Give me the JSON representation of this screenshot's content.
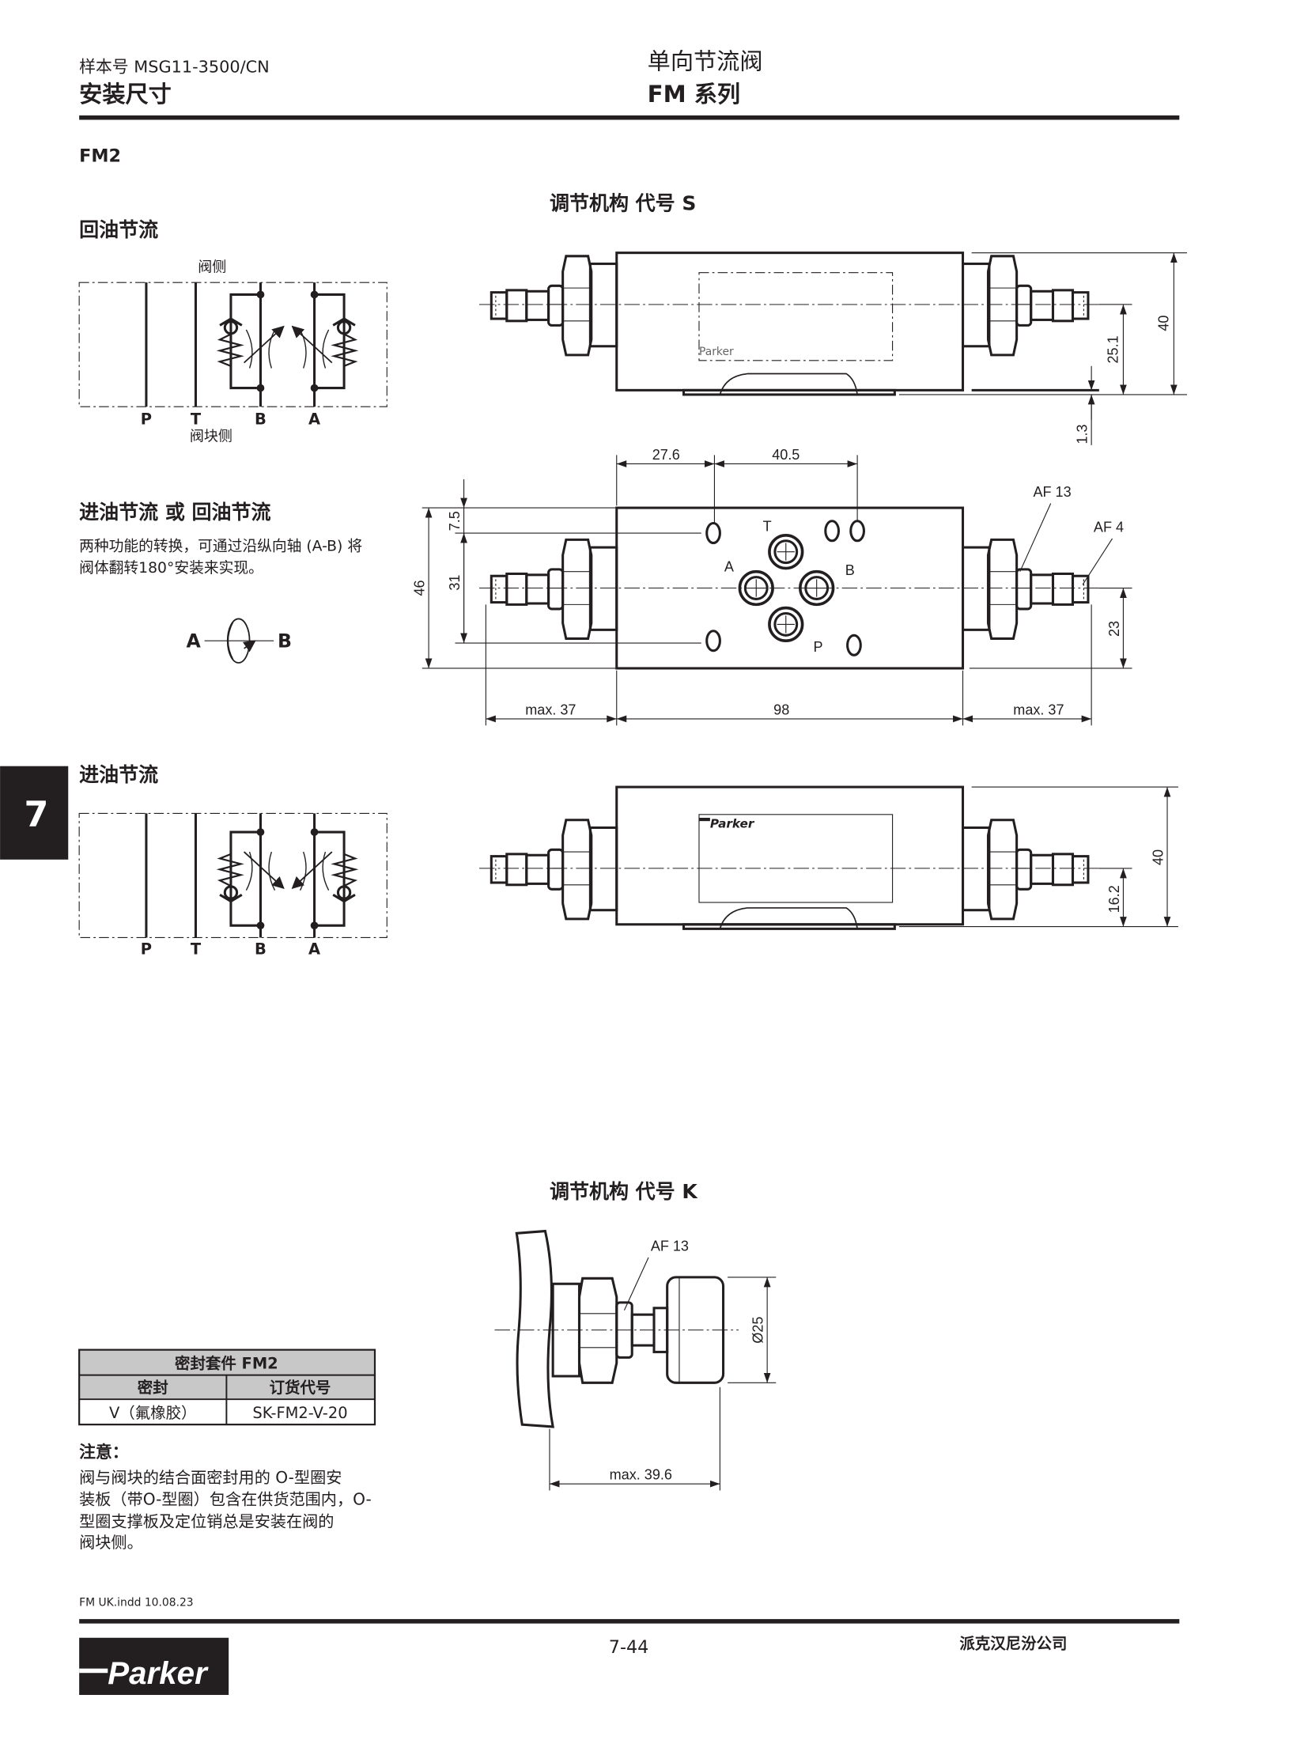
{
  "header": {
    "catalog_no": "样本号 MSG11-3500/CN",
    "section": "安装尺寸",
    "product": "单向节流阀",
    "series": "FM 系列"
  },
  "model": "FM2",
  "chapter_tab": "7",
  "left": {
    "meter_out_title": "回油节流",
    "valve_side": "阀侧",
    "block_side": "阀块侧",
    "ports": [
      "P",
      "T",
      "B",
      "A"
    ],
    "switch_title": "进油节流 或 回油节流",
    "switch_desc": [
      "两种功能的转换，可通过沿纵向轴 (A-B) 将",
      "阀体翻转180°安装来实现。"
    ],
    "switch_symbol": {
      "a": "A",
      "b": "B"
    },
    "meter_in_title": "进油节流"
  },
  "seal_table": {
    "title": "密封套件 FM2",
    "headers": [
      "密封",
      "订货代号"
    ],
    "rows": [
      [
        "V（氟橡胶）",
        "SK-FM2-V-20"
      ]
    ]
  },
  "note": {
    "title": "注意：",
    "lines": [
      "阀与阀块的结合面密封用的 O-型圈安",
      "装板（带O-型圈）包含在供货范围内，O-",
      "型圈支撑板及定位销总是安装在阀的",
      "阀块侧。"
    ]
  },
  "drawing_s": {
    "title": "调节机构 代号 S",
    "top_dims": {
      "height": "40",
      "axis": "25.1",
      "plate": "1.3"
    },
    "front_dims": {
      "d1": "27.6",
      "d2": "40.5",
      "h7": "7.5",
      "h31": "31",
      "h46": "46",
      "h23": "23",
      "left": "max. 37",
      "body": "98",
      "right": "max. 37",
      "af13": "AF 13",
      "af4": "AF 4"
    },
    "port_labels": {
      "t": "T",
      "a": "A",
      "b": "B",
      "p": "P"
    },
    "bottom_dims": {
      "height": "40",
      "axis": "16.2"
    },
    "logo_text": "Parker"
  },
  "drawing_k": {
    "title": "调节机构 代号 K",
    "af": "AF 13",
    "dia": "Ø25",
    "len": "max. 39.6"
  },
  "footer": {
    "file": "FM UK.indd  10.08.23",
    "page": "7-44",
    "company": "派克汉尼汾公司",
    "logo": "Parker"
  }
}
